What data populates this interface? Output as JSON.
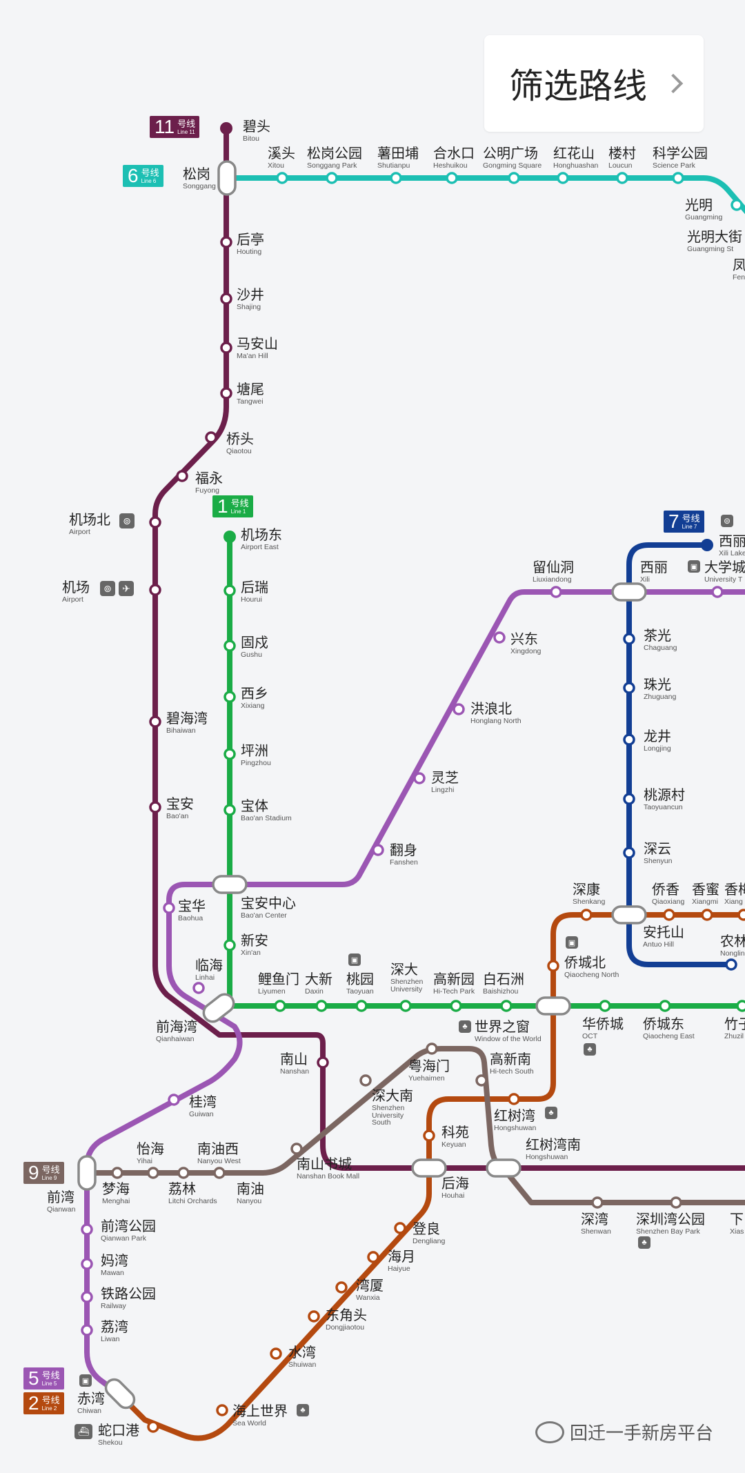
{
  "filter_button": {
    "label": "筛选路线"
  },
  "watermark": {
    "text": "回迁一手新房平台"
  },
  "colors": {
    "line1": "#1aac46",
    "line2": "#b4490f",
    "line5": "#9b56b3",
    "line6": "#1cbfb3",
    "line7": "#123e94",
    "line9": "#7b6661",
    "line11": "#6c1f4b"
  },
  "line_badges": [
    {
      "id": "l11",
      "num": "11",
      "cn": "号线",
      "en": "Line 11",
      "color": "#6c1f4b"
    },
    {
      "id": "l6",
      "num": "6",
      "cn": "号线",
      "en": "Line 6",
      "color": "#1cbfb3"
    },
    {
      "id": "l1",
      "num": "1",
      "cn": "号线",
      "en": "Line 1",
      "color": "#1aac46"
    },
    {
      "id": "l7",
      "num": "7",
      "cn": "号线",
      "en": "Line 7",
      "color": "#123e94"
    },
    {
      "id": "l9",
      "num": "9",
      "cn": "号线",
      "en": "Line 9",
      "color": "#7b6661"
    },
    {
      "id": "l5",
      "num": "5",
      "cn": "号线",
      "en": "Line 5",
      "color": "#9b56b3"
    },
    {
      "id": "l2",
      "num": "2",
      "cn": "号线",
      "en": "Line 2",
      "color": "#b4490f"
    }
  ],
  "icons": [
    {
      "id": "airport-north-rail",
      "name": "rail-icon"
    },
    {
      "id": "airport-rail",
      "name": "rail-icon"
    },
    {
      "id": "airport-plane",
      "name": "airplane-icon"
    },
    {
      "id": "xili-rail",
      "name": "rail-icon"
    },
    {
      "id": "univ-bus",
      "name": "bus-icon"
    },
    {
      "id": "taoyuan-bus",
      "name": "bus-icon"
    },
    {
      "id": "windows-park",
      "name": "park-icon"
    },
    {
      "id": "qcn-bus",
      "name": "bus-icon"
    },
    {
      "id": "hqc-park",
      "name": "park-icon"
    },
    {
      "id": "hsw-park",
      "name": "park-icon"
    },
    {
      "id": "szw-park",
      "name": "park-icon"
    },
    {
      "id": "sw-park",
      "name": "park-icon"
    },
    {
      "id": "chiwan-bus",
      "name": "bus-icon"
    },
    {
      "id": "shekou-ferry",
      "name": "ferry-icon"
    }
  ],
  "stations": [
    {
      "cn": "碧头",
      "en": "Bitou"
    },
    {
      "cn": "松岗",
      "en": "Songgang"
    },
    {
      "cn": "溪头",
      "en": "Xitou"
    },
    {
      "cn": "松岗公园",
      "en": "Songgang Park"
    },
    {
      "cn": "薯田埔",
      "en": "Shutianpu"
    },
    {
      "cn": "合水口",
      "en": "Heshuikou"
    },
    {
      "cn": "公明广场",
      "en": "Gongming Square"
    },
    {
      "cn": "红花山",
      "en": "Honghuashan"
    },
    {
      "cn": "楼村",
      "en": "Loucun"
    },
    {
      "cn": "科学公园",
      "en": "Science Park"
    },
    {
      "cn": "光明",
      "en": "Guangming"
    },
    {
      "cn": "光明大街",
      "en": "Guangming St"
    },
    {
      "cn": "凤",
      "en": "Fen"
    },
    {
      "cn": "后亭",
      "en": "Houting"
    },
    {
      "cn": "沙井",
      "en": "Shajing"
    },
    {
      "cn": "马安山",
      "en": "Ma'an Hill"
    },
    {
      "cn": "塘尾",
      "en": "Tangwei"
    },
    {
      "cn": "桥头",
      "en": "Qiaotou"
    },
    {
      "cn": "福永",
      "en": "Fuyong"
    },
    {
      "cn": "机场北",
      "en": "Airport"
    },
    {
      "cn": "机场",
      "en": "Airport"
    },
    {
      "cn": "碧海湾",
      "en": "Bihaiwan"
    },
    {
      "cn": "宝安",
      "en": "Bao'an"
    },
    {
      "cn": "机场东",
      "en": "Airport East"
    },
    {
      "cn": "后瑞",
      "en": "Hourui"
    },
    {
      "cn": "固戍",
      "en": "Gushu"
    },
    {
      "cn": "西乡",
      "en": "Xixiang"
    },
    {
      "cn": "坪洲",
      "en": "Pingzhou"
    },
    {
      "cn": "宝体",
      "en": "Bao'an Stadium"
    },
    {
      "cn": "宝安中心",
      "en": "Bao'an Center"
    },
    {
      "cn": "新安",
      "en": "Xin'an"
    },
    {
      "cn": "宝华",
      "en": "Baohua"
    },
    {
      "cn": "临海",
      "en": "Linhai"
    },
    {
      "cn": "前海湾",
      "en": "Qianhaiwan"
    },
    {
      "cn": "鲤鱼门",
      "en": "Liyumen"
    },
    {
      "cn": "大新",
      "en": "Daxin"
    },
    {
      "cn": "桃园",
      "en": "Taoyuan"
    },
    {
      "cn": "深大",
      "en": "Shenzhen University"
    },
    {
      "cn": "高新园",
      "en": "Hi-Tech Park"
    },
    {
      "cn": "白石洲",
      "en": "Baishizhou"
    },
    {
      "cn": "世界之窗",
      "en": "Window of the World"
    },
    {
      "cn": "华侨城",
      "en": "OCT"
    },
    {
      "cn": "侨城东",
      "en": "Qiaocheng East"
    },
    {
      "cn": "竹子",
      "en": "Zhuzil"
    },
    {
      "cn": "留仙洞",
      "en": "Liuxiandong"
    },
    {
      "cn": "兴东",
      "en": "Xingdong"
    },
    {
      "cn": "洪浪北",
      "en": "Honglang North"
    },
    {
      "cn": "灵芝",
      "en": "Lingzhi"
    },
    {
      "cn": "翻身",
      "en": "Fanshen"
    },
    {
      "cn": "西丽",
      "en": "Xili"
    },
    {
      "cn": "大学城",
      "en": "University T"
    },
    {
      "cn": "西丽",
      "en": "Xili Lake"
    },
    {
      "cn": "茶光",
      "en": "Chaguang"
    },
    {
      "cn": "珠光",
      "en": "Zhuguang"
    },
    {
      "cn": "龙井",
      "en": "Longjing"
    },
    {
      "cn": "桃源村",
      "en": "Taoyuancun"
    },
    {
      "cn": "深云",
      "en": "Shenyun"
    },
    {
      "cn": "深康",
      "en": "Shenkang"
    },
    {
      "cn": "侨香",
      "en": "Qiaoxiang"
    },
    {
      "cn": "香蜜",
      "en": "Xiangmi"
    },
    {
      "cn": "香梅",
      "en": "Xiang"
    },
    {
      "cn": "安托山",
      "en": "Antuo Hill"
    },
    {
      "cn": "农林",
      "en": "Nonglin"
    },
    {
      "cn": "侨城北",
      "en": "Qiaocheng North"
    },
    {
      "cn": "南山",
      "en": "Nanshan"
    },
    {
      "cn": "粤海门",
      "en": "Yuehaimen"
    },
    {
      "cn": "高新南",
      "en": "Hi-tech South"
    },
    {
      "cn": "深大南",
      "en": "Shenzhen University South"
    },
    {
      "cn": "桂湾",
      "en": "Guiwan"
    },
    {
      "cn": "怡海",
      "en": "Yihai"
    },
    {
      "cn": "南油西",
      "en": "Nanyou West"
    },
    {
      "cn": "梦海",
      "en": "Menghai"
    },
    {
      "cn": "荔林",
      "en": "Litchi Orchards"
    },
    {
      "cn": "南油",
      "en": "Nanyou"
    },
    {
      "cn": "南山书城",
      "en": "Nanshan Book Mall"
    },
    {
      "cn": "科苑",
      "en": "Keyuan"
    },
    {
      "cn": "后海",
      "en": "Houhai"
    },
    {
      "cn": "红树湾",
      "en": "Hongshuwan"
    },
    {
      "cn": "红树湾南",
      "en": "Hongshuwan"
    },
    {
      "cn": "深湾",
      "en": "Shenwan"
    },
    {
      "cn": "深圳湾公园",
      "en": "Shenzhen Bay Park"
    },
    {
      "cn": "下",
      "en": "Xias"
    },
    {
      "cn": "前湾",
      "en": "Qianwan"
    },
    {
      "cn": "前湾公园",
      "en": "Qianwan Park"
    },
    {
      "cn": "妈湾",
      "en": "Mawan"
    },
    {
      "cn": "铁路公园",
      "en": "Railway"
    },
    {
      "cn": "荔湾",
      "en": "Liwan"
    },
    {
      "cn": "赤湾",
      "en": "Chiwan"
    },
    {
      "cn": "蛇口港",
      "en": "Shekou"
    },
    {
      "cn": "海上世界",
      "en": "Sea World"
    },
    {
      "cn": "水湾",
      "en": "Shuiwan"
    },
    {
      "cn": "东角头",
      "en": "Dongjiaotou"
    },
    {
      "cn": "湾厦",
      "en": "Wanxia"
    },
    {
      "cn": "海月",
      "en": "Haiyue"
    },
    {
      "cn": "登良",
      "en": "Dengliang"
    }
  ]
}
